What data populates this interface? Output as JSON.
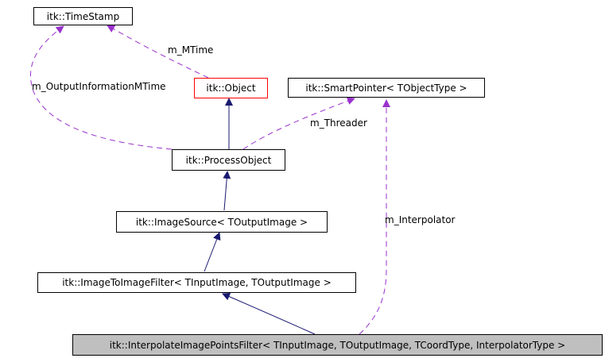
{
  "colors": {
    "inherit": "#191970",
    "usage": "#9a32cd",
    "highlight_border": "#ff0000",
    "current_fill": "#bfbfbf"
  },
  "nodes": {
    "timestamp": "itk::TimeStamp",
    "object": "itk::Object",
    "smartpointer": "itk::SmartPointer< TObjectType >",
    "processobject": "itk::ProcessObject",
    "imagesource": "itk::ImageSource< TOutputImage >",
    "imagetoimagefilter": "itk::ImageToImageFilter< TInputImage, TOutputImage >",
    "interpolatefilter": "itk::InterpolateImagePointsFilter< TInputImage, TOutputImage, TCoordType, InterpolatorType >"
  },
  "edge_labels": {
    "mtime": "m_MTime",
    "output_info_mtime": "m_OutputInformationMTime",
    "threader": "m_Threader",
    "interpolator": "m_Interpolator"
  }
}
